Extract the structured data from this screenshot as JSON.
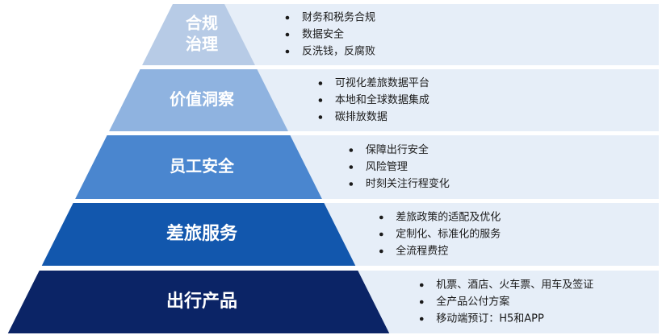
{
  "tiers": [
    {
      "label_lines": [
        "合规",
        "治理"
      ],
      "color": "#b7cbe6",
      "panel_color": "#e6eef8",
      "bullets": [
        "财务和税务合规",
        "数据安全",
        "反洗钱，反腐败"
      ]
    },
    {
      "label_lines": [
        "价值洞察"
      ],
      "color": "#8fb3e0",
      "panel_color": "#e6eef8",
      "bullets": [
        "可视化差旅数据平台",
        "本地和全球数据集成",
        "碳排放数据"
      ]
    },
    {
      "label_lines": [
        "员工安全"
      ],
      "color": "#4a86cf",
      "panel_color": "#e6eef8",
      "bullets": [
        "保障出行安全",
        "风险管理",
        "时刻关注行程变化"
      ]
    },
    {
      "label_lines": [
        "差旅服务"
      ],
      "color": "#1257ad",
      "panel_color": "#e6eef8",
      "bullets": [
        "差旅政策的适配及优化",
        "定制化、标准化的服务",
        "全流程费控"
      ]
    },
    {
      "label_lines": [
        "出行产品"
      ],
      "color": "#0b2466",
      "panel_color": "#e6eef8",
      "bullets": [
        "机票、酒店、火车票、用车及签证",
        "全产品公付方案",
        "移动端预订：H5和APP"
      ]
    }
  ]
}
